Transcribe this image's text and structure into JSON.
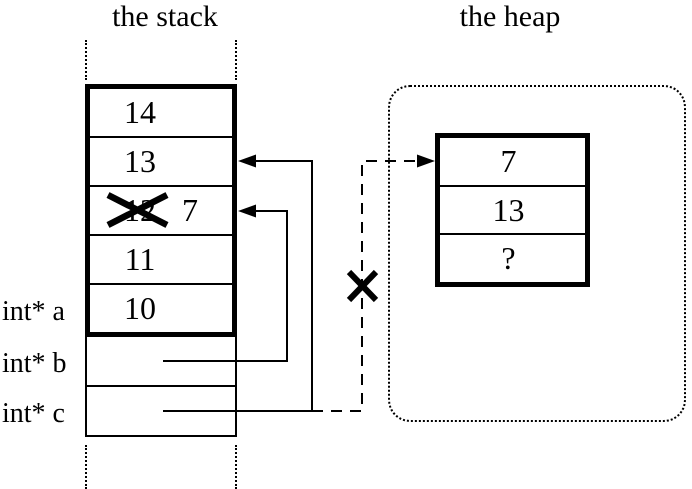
{
  "titles": {
    "stack": "the stack",
    "heap": "the heap"
  },
  "colors": {
    "ink": "#000000",
    "background": "#ffffff"
  },
  "stack": {
    "cells": [
      {
        "value": "14"
      },
      {
        "value": "13"
      },
      {
        "old_value": "12",
        "new_value": "7",
        "crossed_out": true
      },
      {
        "value": "11"
      },
      {
        "value": "10"
      }
    ],
    "slot_labels": [
      "int* a",
      "int* b",
      "int* c"
    ]
  },
  "heap": {
    "cells": [
      "7",
      "13",
      "?"
    ]
  },
  "pointers": [
    {
      "from": "slot b",
      "to": "stack cell with crossed-out 12 (now 7)",
      "style": "solid"
    },
    {
      "from": "slot c",
      "to": "stack cell 13",
      "style": "solid"
    },
    {
      "from": "slot c (old value)",
      "to": "heap cell 7",
      "style": "dashed",
      "crossed_out": true
    }
  ]
}
